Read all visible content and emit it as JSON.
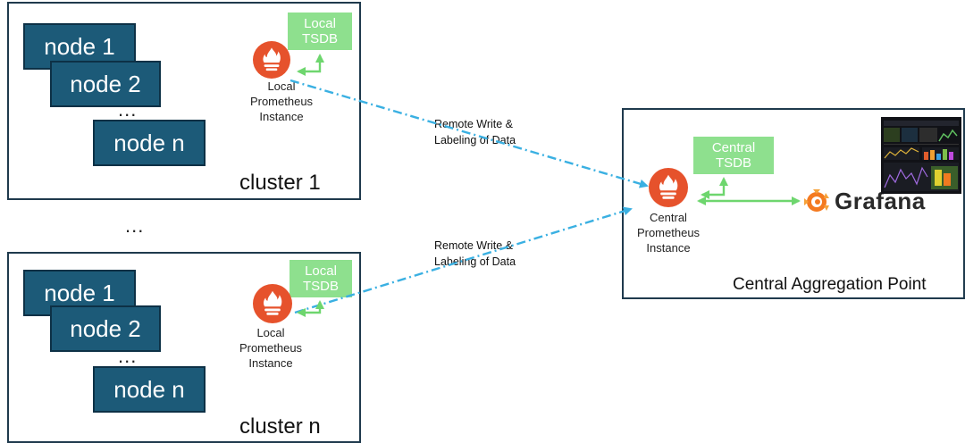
{
  "clusters": [
    {
      "label": "cluster 1",
      "nodes": [
        "node 1",
        "node 2",
        "node n"
      ],
      "ellipsis": "...",
      "tsdb": [
        "Local",
        "TSDB"
      ],
      "prometheus": [
        "Local",
        "Prometheus",
        "Instance"
      ]
    },
    {
      "label": "cluster n",
      "nodes": [
        "node 1",
        "node 2",
        "node n"
      ],
      "ellipsis": "...",
      "tsdb": [
        "Local",
        "TSDB"
      ],
      "prometheus": [
        "Local",
        "Prometheus",
        "Instance"
      ]
    }
  ],
  "between_clusters_ellipsis": "...",
  "edges": [
    {
      "label": [
        "Remote Write &",
        "Labeling of Data"
      ]
    },
    {
      "label": [
        "Remote Write &",
        "Labeling of Data"
      ]
    }
  ],
  "central": {
    "label": "Central Aggregation Point",
    "tsdb": [
      "Central",
      "TSDB"
    ],
    "prometheus": [
      "Central",
      "Prometheus",
      "Instance"
    ],
    "grafana": "Grafana"
  },
  "icons": {
    "prometheus": "prometheus-flame-icon",
    "grafana": "grafana-logo-icon",
    "dashboard": "grafana-dashboard-thumbnail"
  },
  "colors": {
    "node_fill": "#1c5a78",
    "tsdb_fill": "#8ee08e",
    "prometheus": "#e6522c",
    "remote_write_arrow": "#3ab0e2",
    "local_link": "#6ed66e",
    "grafana_orange": "#f47a20"
  }
}
